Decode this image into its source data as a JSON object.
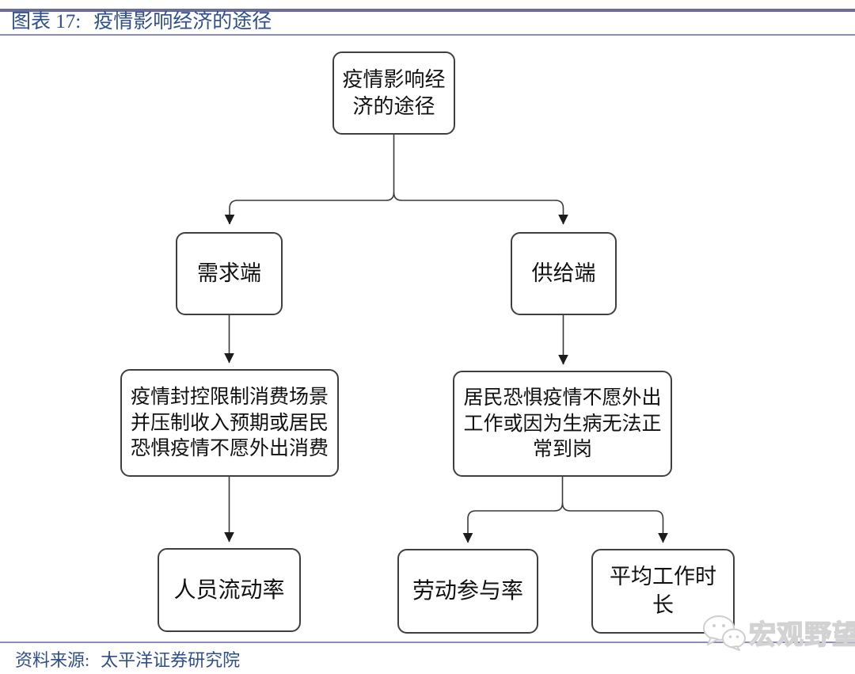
{
  "header": {
    "figure_label": "图表 17:",
    "figure_title": "疫情影响经济的途径"
  },
  "diagram": {
    "nodes": {
      "root": "疫情影响经济的途径",
      "demand": "需求端",
      "supply": "供给端",
      "demand_detail": "疫情封控限制消费场景并压制收入预期或居民恐惧疫情不愿外出消费",
      "supply_detail": "居民恐惧疫情不愿外出工作或因为生病无法正常到岗",
      "mobility": "人员流动率",
      "participation": "劳动参与率",
      "hours": "平均工作时长"
    },
    "edges": [
      {
        "from": "疫情影响经济的途径",
        "to": "需求端"
      },
      {
        "from": "疫情影响经济的途径",
        "to": "供给端"
      },
      {
        "from": "需求端",
        "to": "疫情封控限制消费场景并压制收入预期或居民恐惧疫情不愿外出消费"
      },
      {
        "from": "供给端",
        "to": "居民恐惧疫情不愿外出工作或因为生病无法正常到岗"
      },
      {
        "from": "疫情封控限制消费场景并压制收入预期或居民恐惧疫情不愿外出消费",
        "to": "人员流动率"
      },
      {
        "from": "居民恐惧疫情不愿外出工作或因为生病无法正常到岗",
        "to": "劳动参与率"
      },
      {
        "from": "居民恐惧疫情不愿外出工作或因为生病无法正常到岗",
        "to": "平均工作时长"
      }
    ]
  },
  "footer": {
    "source_label": "资料来源:",
    "source_text": "太平洋证券研究院"
  },
  "watermark": {
    "text": "宏观野望",
    "icon": "wechat-chat-bubbles-icon"
  },
  "colors": {
    "accent_rule_thick": "#6b6b9c",
    "accent_rule_thin": "#8c8cba",
    "title_blue": "#2f4f8c",
    "node_border": "#3f3f3f",
    "node_text": "#111111"
  }
}
